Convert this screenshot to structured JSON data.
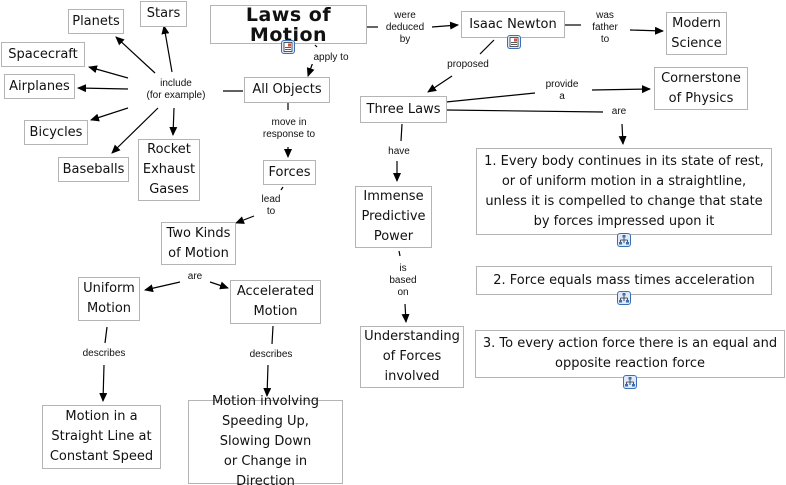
{
  "diagram": {
    "type": "concept-map",
    "colors": {
      "node_border": "#b4b4b4",
      "edge": "#000000",
      "icon_border": "#3a6fb5",
      "icon_fill": "#dfe9f7"
    },
    "nodes": {
      "laws_of_motion": "Laws of Motion",
      "isaac_newton": "Isaac Newton",
      "modern_science": "Modern\nScience",
      "cornerstone": "Cornerstone\nof Physics",
      "three_laws": "Three Laws",
      "all_objects": "All Objects",
      "planets": "Planets",
      "stars": "Stars",
      "spacecraft": "Spacecraft",
      "airplanes": "Airplanes",
      "bicycles": "Bicycles",
      "baseballs": "Baseballs",
      "rocket": "Rocket\nExhaust\nGases",
      "forces": "Forces",
      "two_kinds": "Two Kinds\nof Motion",
      "uniform": "Uniform\nMotion",
      "accelerated": "Accelerated\nMotion",
      "straight_line": "Motion in a\nStraight Line at\nConstant Speed",
      "speeding": "Motion involving\nSpeeding Up,\nSlowing Down\nor Change in Direction",
      "immense": "Immense\nPredictive\nPower",
      "understanding": "Understanding\nof Forces\ninvolved",
      "law1": "1. Every body continues in its state of rest,\nor of uniform motion in a straightline,\nunless it is compelled to change that state\nby forces impressed upon it",
      "law2": "2. Force equals mass times acceleration",
      "law3": "3. To every action force there is an equal and\nopposite reaction force"
    },
    "links": {
      "were_deduced_by": "were\ndeduced\nby",
      "was_father_to": "was\nfather\nto",
      "apply_to": "apply to",
      "proposed": "proposed",
      "provide_a": "provide\na",
      "are_laws": "are",
      "include": "include\n(for example)",
      "move_in_response_to": "move in\nresponse to",
      "have": "have",
      "lead_to": "lead\nto",
      "are_kinds": "are",
      "describes_uniform": "describes",
      "describes_accel": "describes",
      "is_based_on": "is\nbased\non"
    },
    "icons": {
      "laws_of_motion": "document-icon",
      "isaac_newton": "document-icon",
      "law1": "concept-map-icon",
      "law2": "concept-map-icon",
      "law3": "concept-map-icon"
    }
  }
}
